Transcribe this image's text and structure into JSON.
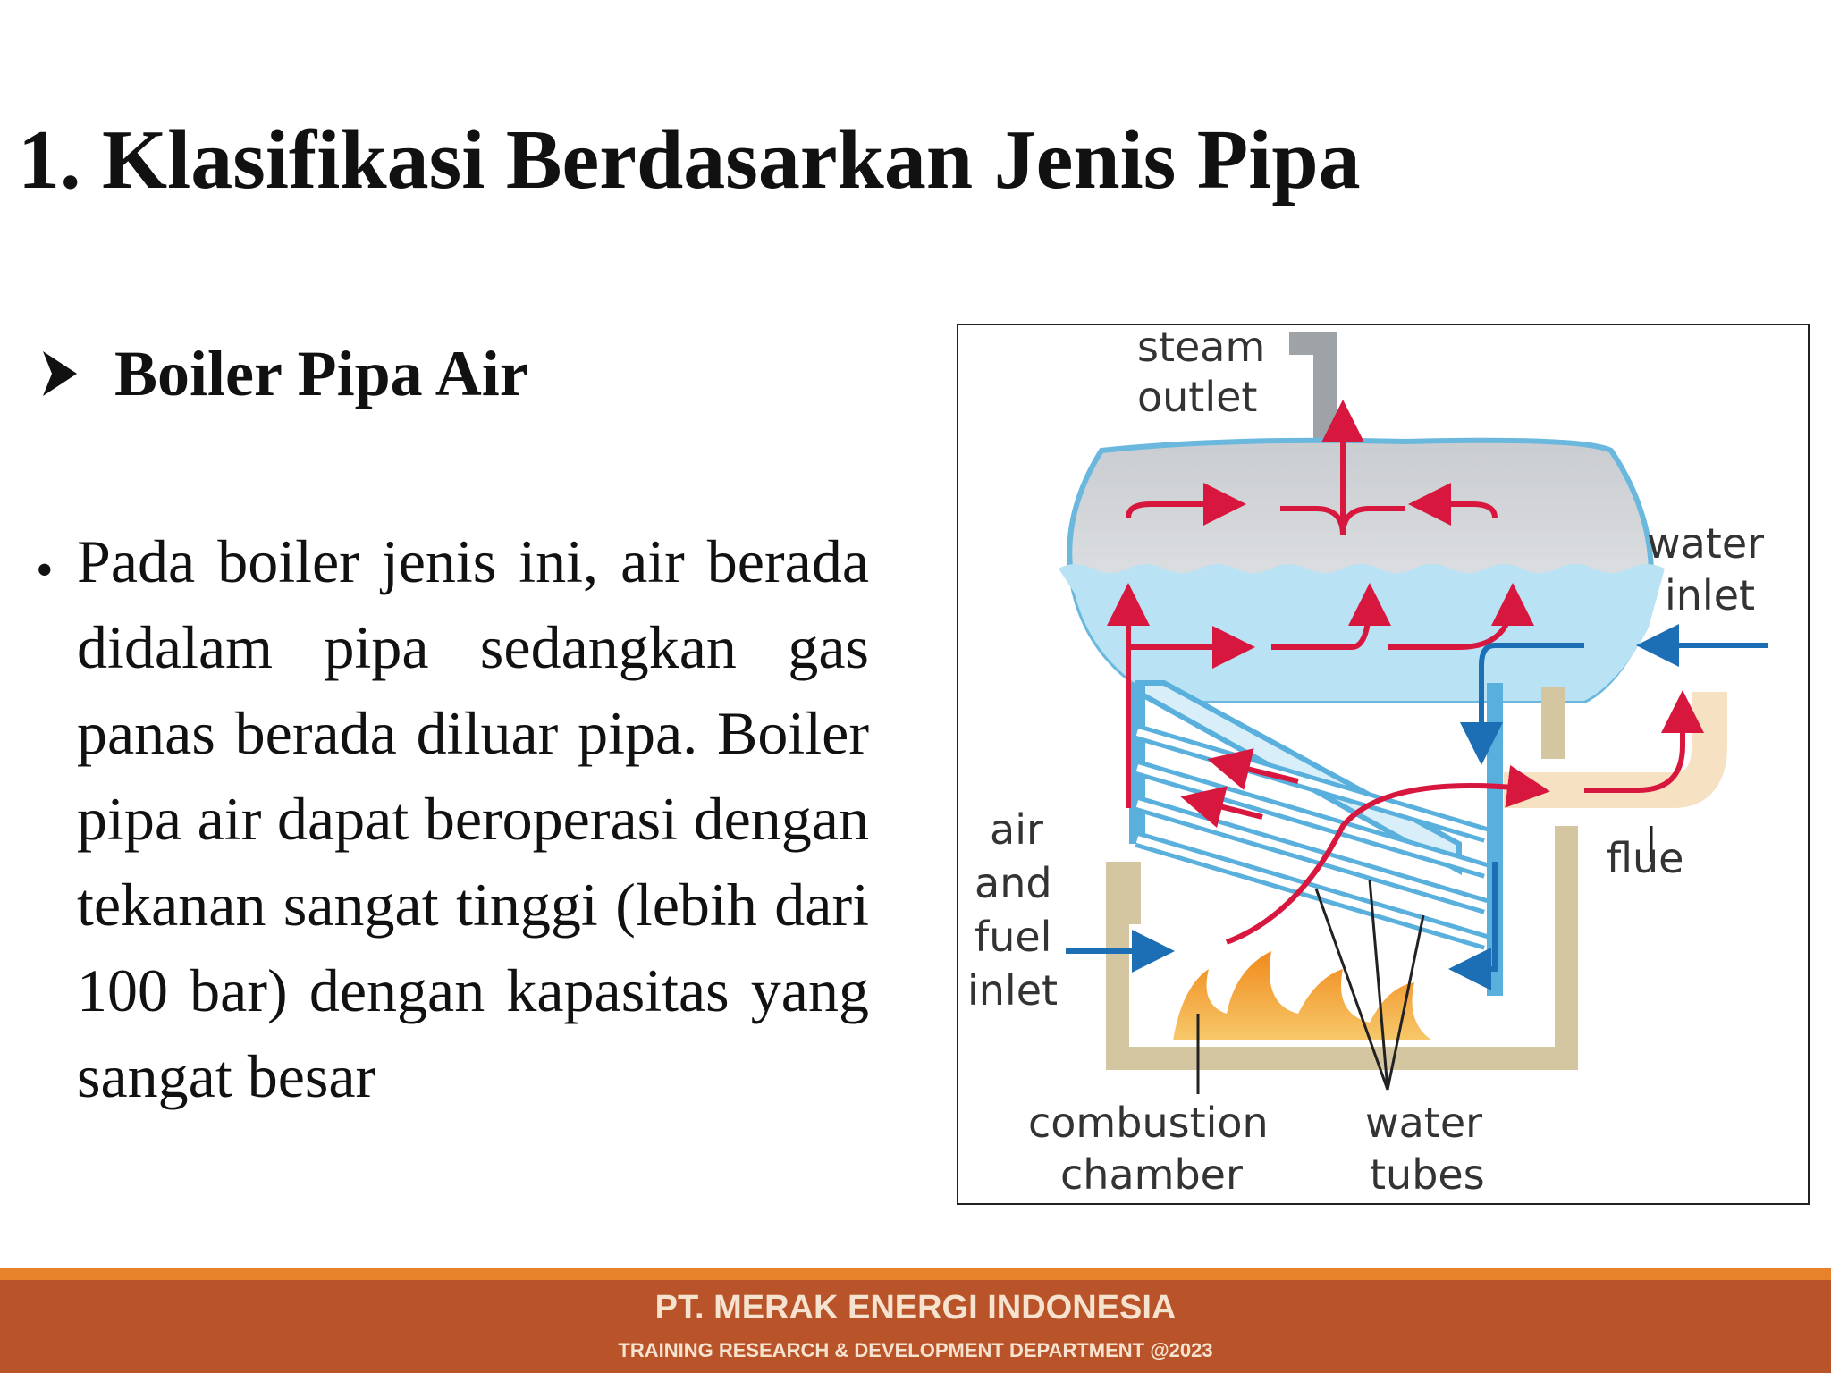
{
  "slide": {
    "title": "1. Klasifikasi Berdasarkan Jenis Pipa",
    "subheading": "Boiler Pipa Air",
    "bullet_text": "Pada boiler jenis ini, air berada didalam pipa sedangkan gas panas berada diluar pipa. Boiler pipa air dapat beroperasi dengan tekanan sangat tinggi (lebih dari 100 bar) dengan kapasitas yang sangat besar"
  },
  "diagram": {
    "labels": {
      "steam_outlet_1": "steam",
      "steam_outlet_2": "outlet",
      "water_inlet_1": "water",
      "water_inlet_2": "inlet",
      "flue": "flue",
      "air_fuel_1": "air",
      "air_fuel_2": "and",
      "air_fuel_3": "fuel",
      "air_fuel_4": "inlet",
      "combustion_1": "combustion",
      "combustion_2": "chamber",
      "water_tubes_1": "water",
      "water_tubes_2": "tubes"
    },
    "colors": {
      "steam_arrow": "#d8173f",
      "water_flow": "#1c6fb5",
      "water": "#b9e2f5",
      "casing": "#d3c6a0",
      "flame": "#f39c1f"
    }
  },
  "footer": {
    "company": "PT. MERAK ENERGI INDONESIA",
    "department": "TRAINING RESEARCH & DEVELOPMENT DEPARTMENT @2023"
  }
}
